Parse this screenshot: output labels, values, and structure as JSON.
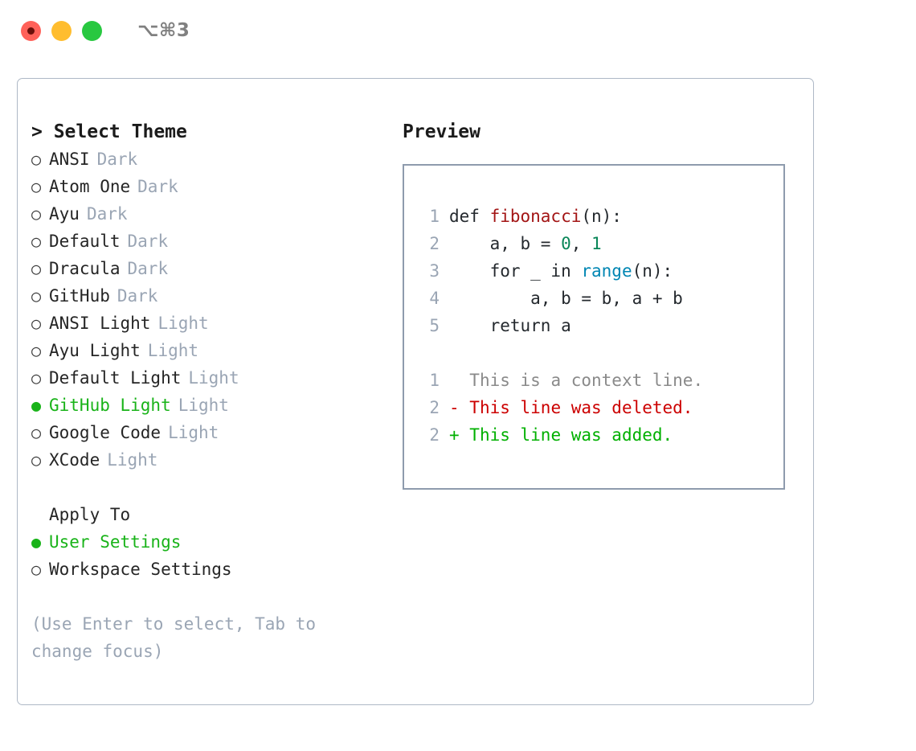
{
  "window": {
    "shortcut": "⌥⌘3",
    "traffic_lights": [
      {
        "name": "close",
        "color": "#ff6159"
      },
      {
        "name": "minimize",
        "color": "#ffbd2e"
      },
      {
        "name": "maximize",
        "color": "#28c840"
      }
    ]
  },
  "left": {
    "title": "> Select Theme",
    "themes": [
      {
        "marker": "○",
        "name": "ANSI",
        "tag": "Dark",
        "selected": false
      },
      {
        "marker": "○",
        "name": "Atom One",
        "tag": "Dark",
        "selected": false
      },
      {
        "marker": "○",
        "name": "Ayu",
        "tag": "Dark",
        "selected": false
      },
      {
        "marker": "○",
        "name": "Default",
        "tag": "Dark",
        "selected": false
      },
      {
        "marker": "○",
        "name": "Dracula",
        "tag": "Dark",
        "selected": false
      },
      {
        "marker": "○",
        "name": "GitHub",
        "tag": "Dark",
        "selected": false
      },
      {
        "marker": "○",
        "name": "ANSI Light",
        "tag": "Light",
        "selected": false
      },
      {
        "marker": "○",
        "name": "Ayu Light",
        "tag": "Light",
        "selected": false
      },
      {
        "marker": "○",
        "name": "Default Light",
        "tag": "Light",
        "selected": false
      },
      {
        "marker": "●",
        "name": "GitHub Light",
        "tag": "Light",
        "selected": true
      },
      {
        "marker": "○",
        "name": "Google Code",
        "tag": "Light",
        "selected": false
      },
      {
        "marker": "○",
        "name": "XCode",
        "tag": "Light",
        "selected": false
      }
    ],
    "apply_to": {
      "label": "Apply To",
      "options": [
        {
          "marker": "●",
          "name": "User Settings",
          "selected": true
        },
        {
          "marker": "○",
          "name": "Workspace Settings",
          "selected": false
        }
      ]
    },
    "hint_line_1": "(Use Enter to select, Tab to",
    "hint_line_2": "change focus)"
  },
  "right": {
    "title": "Preview",
    "code_lines": [
      {
        "lineno": "1",
        "tokens": [
          {
            "text": "def ",
            "type": "kw"
          },
          {
            "text": "fibonacci",
            "type": "fn"
          },
          {
            "text": "(n):",
            "type": "plain"
          }
        ]
      },
      {
        "lineno": "2",
        "tokens": [
          {
            "text": "    a, b = ",
            "type": "plain"
          },
          {
            "text": "0",
            "type": "num"
          },
          {
            "text": ", ",
            "type": "plain"
          },
          {
            "text": "1",
            "type": "num"
          }
        ]
      },
      {
        "lineno": "3",
        "tokens": [
          {
            "text": "    for _ in ",
            "type": "plain"
          },
          {
            "text": "range",
            "type": "built"
          },
          {
            "text": "(n):",
            "type": "plain"
          }
        ]
      },
      {
        "lineno": "4",
        "tokens": [
          {
            "text": "        a, b = b, a + b",
            "type": "plain"
          }
        ]
      },
      {
        "lineno": "5",
        "tokens": [
          {
            "text": "    return a",
            "type": "plain"
          }
        ]
      }
    ],
    "diff_lines": [
      {
        "lineno": "1",
        "sign": "  ",
        "text": "This is a context line.",
        "kind": "ctx"
      },
      {
        "lineno": "2",
        "sign": "- ",
        "text": "This line was deleted.",
        "kind": "del"
      },
      {
        "lineno": "2",
        "sign": "+ ",
        "text": "This line was added.",
        "kind": "add"
      }
    ]
  },
  "colors": {
    "accent_selected": "#19b319",
    "tag_muted": "#9aa5b4",
    "code_function": "#a31515",
    "code_number": "#098658",
    "code_builtin": "#0086b3",
    "diff_deleted": "#cc0000",
    "diff_added": "#00b000",
    "border": "#8e9bad"
  }
}
